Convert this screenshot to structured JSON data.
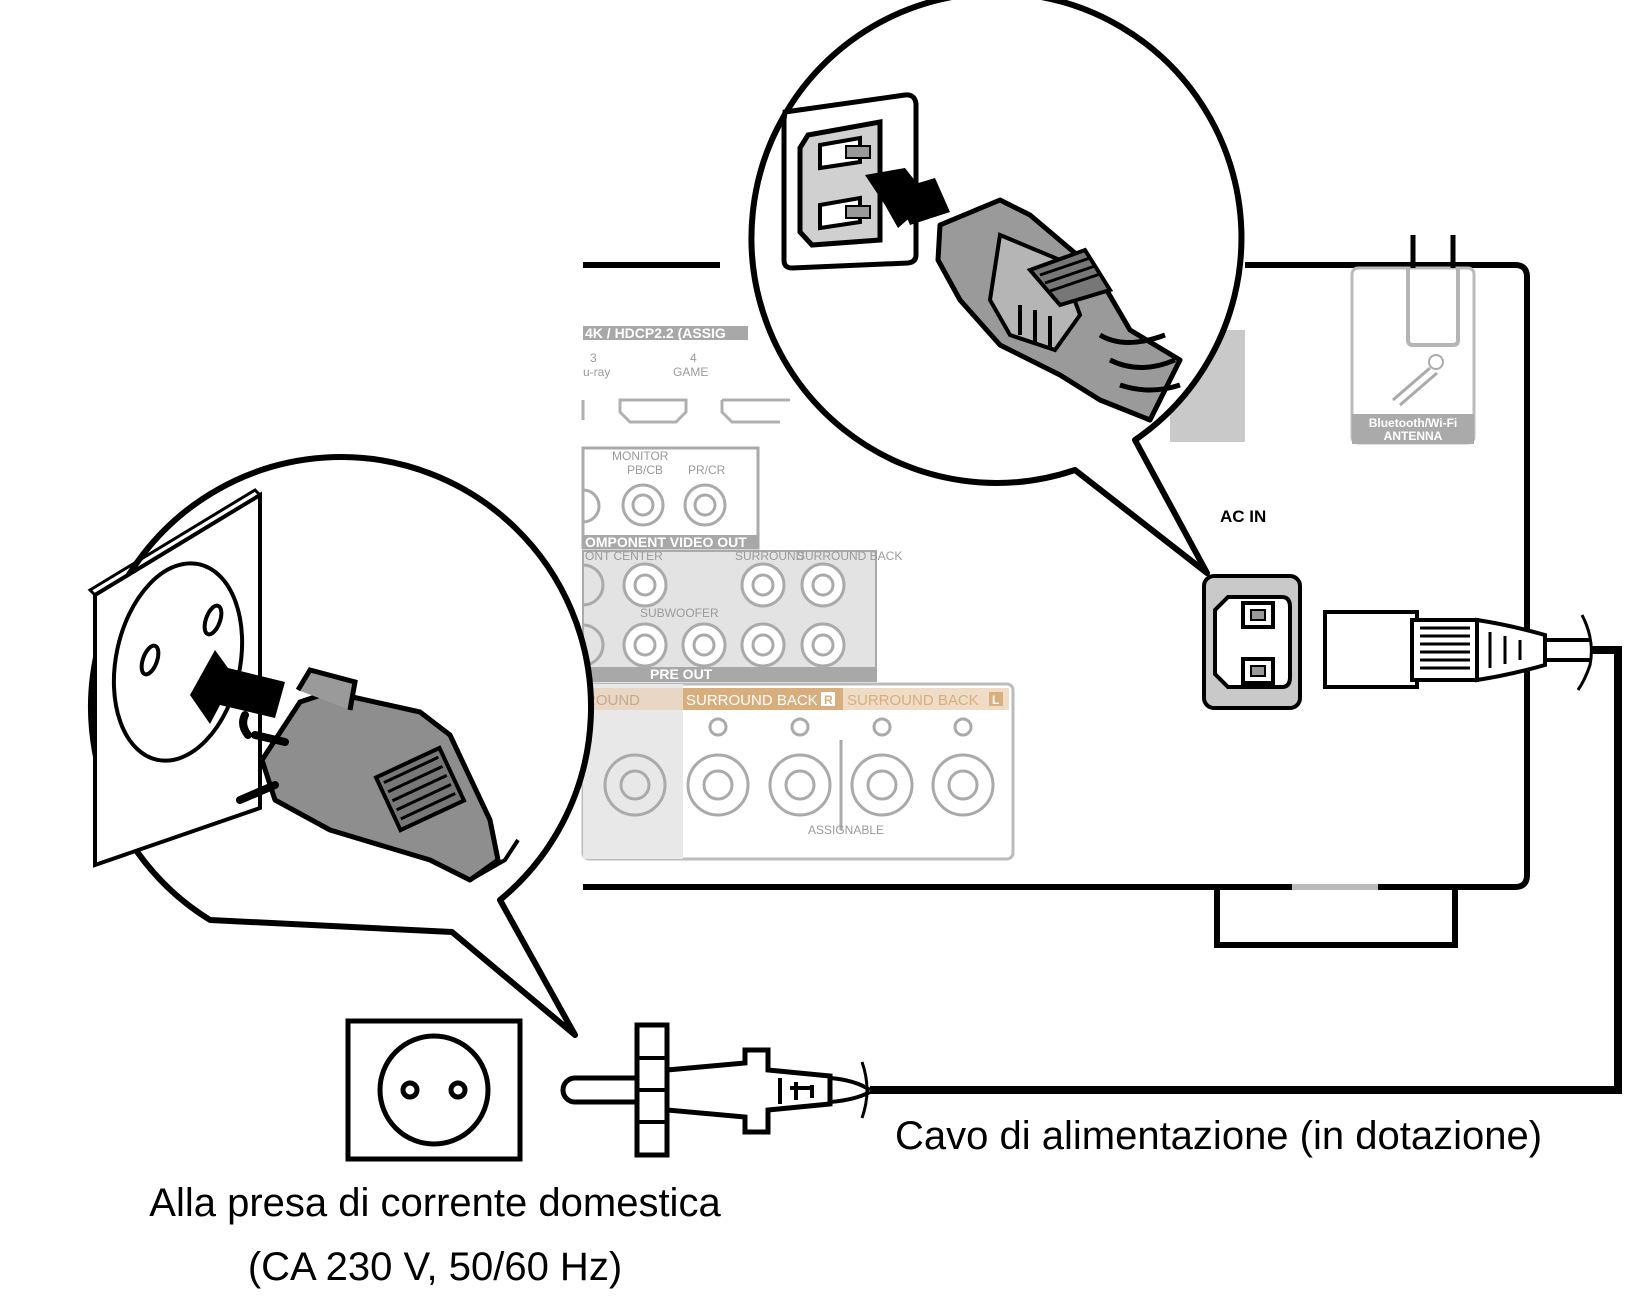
{
  "receiver_panel": {
    "hdmi_header": "4K / HDCP2.2 (ASSIG",
    "hdmi_3_num": "3",
    "hdmi_3_label": "u-ray",
    "hdmi_4_num": "4",
    "hdmi_4_label": "GAME",
    "monitor_label": "MONITOR",
    "pb_label": "PB/CB",
    "pr_label": "PR/CR",
    "component_label": "OMPONENT VIDEO OUT",
    "front_center_label": "ONT  CENTER",
    "surround_label": "SURROUND",
    "surround_back_label": "SURROUND BACK",
    "subwoofer_label": "SUBWOOFER",
    "pre_out_label": "PRE OUT",
    "surround_l_label": "ROUND",
    "surround_back_r_label": "SURROUND BACK",
    "surround_back_l_label": "SURROUND BACK",
    "assignable_label": "ASSIGNABLE",
    "antenna_label_1": "Bluetooth/Wi-Fi",
    "antenna_label_2": "ANTENNA",
    "ac_in_label": "AC IN"
  },
  "captions": {
    "power_cord": "Cavo di alimentazione (in dotazione)",
    "outlet_line1": "Alla presa di corrente domestica",
    "outlet_line2": "(CA 230 V, 50/60 Hz)"
  }
}
